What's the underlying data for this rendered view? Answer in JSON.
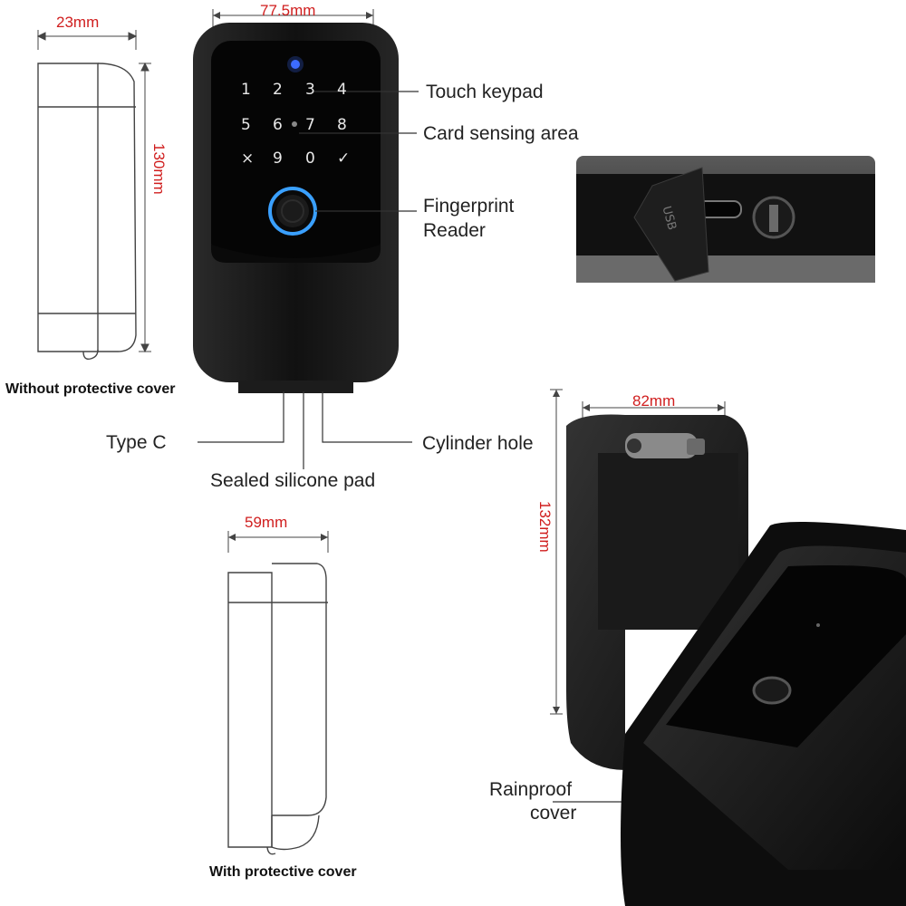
{
  "dimensions": {
    "side_depth": "23mm",
    "front_width": "77.5mm",
    "side_height": "130mm",
    "cover_depth": "59mm",
    "cover_width": "82mm",
    "cover_height": "132mm"
  },
  "labels": {
    "touch_keypad": "Touch keypad",
    "card_sensing": "Card sensing area",
    "fingerprint_line1": "Fingerprint",
    "fingerprint_line2": "Reader",
    "type_c": "Type C",
    "cylinder_hole": "Cylinder hole",
    "silicone_pad": "Sealed silicone pad",
    "rainproof_line1": "Rainproof",
    "rainproof_line2": "cover"
  },
  "captions": {
    "without_cover": "Without protective cover",
    "with_cover": "With protective cover"
  },
  "keypad": {
    "row1": [
      "1",
      "2",
      "3",
      "4"
    ],
    "row2": [
      "5",
      "6",
      "7",
      "8"
    ],
    "row3": [
      "×",
      "9",
      "0",
      "✓"
    ]
  },
  "port_labels": {
    "usb": "USB"
  },
  "colors": {
    "dimension": "#d01e1e",
    "device_body": "#141414",
    "fingerprint_ring": "#3aa0ff"
  }
}
